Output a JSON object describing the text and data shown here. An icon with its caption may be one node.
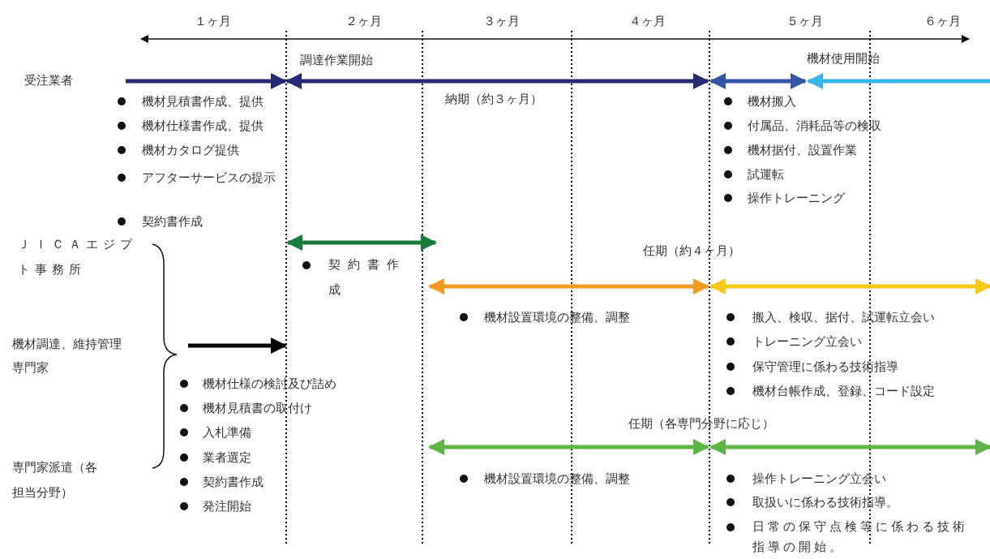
{
  "diagram": {
    "labels": [
      "１ヶ月",
      "２ヶ月",
      "３ヶ月",
      "４ヶ月",
      "５ヶ月",
      "６ヶ月",
      "調達作業開始",
      "機材使用開始",
      "受注業者",
      "機材見積書作成、提供",
      "納期（約３ヶ月）",
      "機材仕様書作成、提供",
      "機材カタログ提供",
      "アフターサービスの提示",
      "契約書作成",
      "機材搬入",
      "付属品、消耗品等の検収",
      "機材据付、設置作業",
      "試運転",
      "操作トレーニング",
      "ＪＩＣＡエジプト事務所",
      "契約書作成",
      "任期（約４ヶ月）",
      "機材設置環境の整備、調整",
      "搬入、検収、据付、試運転立会い",
      "トレーニング立会い",
      "保守管理に係わる技術指導",
      "機材台帳作成、登録、コード設定",
      "機材調達、維持管理専門家",
      "機材仕様の検討及び詰め",
      "機材見積書の取付け",
      "入札準備",
      "業者選定",
      "契約書作成",
      "発注開始",
      "任期（各専門分野に応じ）",
      "専門家派遣（各担当分野）",
      "機材設置環境の整備、調整",
      "操作トレーニング立会い",
      "取扱いに係わる技術指導。",
      "日常の保守点検等に係わる技術指導の開始。"
    ]
  }
}
